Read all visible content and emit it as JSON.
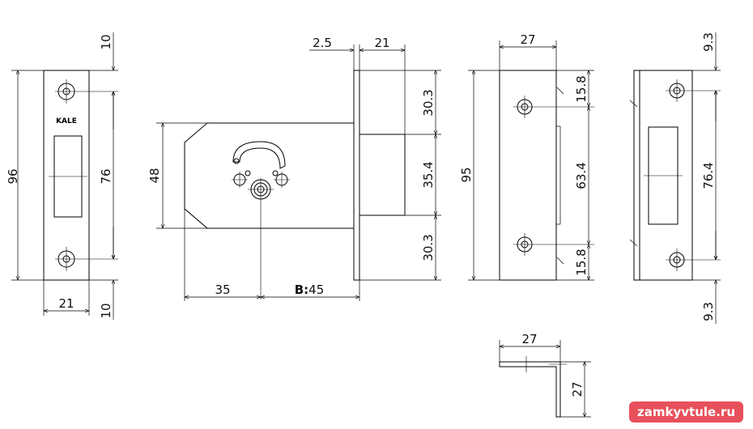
{
  "brand": "KALE",
  "watermark": "zamkyvtule.ru",
  "faceplate": {
    "dim_top": "10",
    "dim_height": "96",
    "dim_inner": "76",
    "dim_width": "21",
    "dim_bottom": "10"
  },
  "lock_body": {
    "dim_height": "48",
    "dim_backset_left": "35",
    "backset_prefix": "B:",
    "backset_value": "45",
    "dim_plate": "2.5",
    "dim_bolt": "21",
    "dim_upper": "30.3",
    "dim_mid": "35.4",
    "dim_lower": "30.3"
  },
  "strike": {
    "dim_width": "27",
    "dim_height": "95",
    "dim_top": "15.8",
    "dim_center": "63.4",
    "dim_bottom": "15.8"
  },
  "strike_front": {
    "dim_top": "9.3",
    "dim_inner": "76.4",
    "dim_bottom": "9.3"
  },
  "angle_profile": {
    "dim_width": "27",
    "dim_height": "27"
  }
}
